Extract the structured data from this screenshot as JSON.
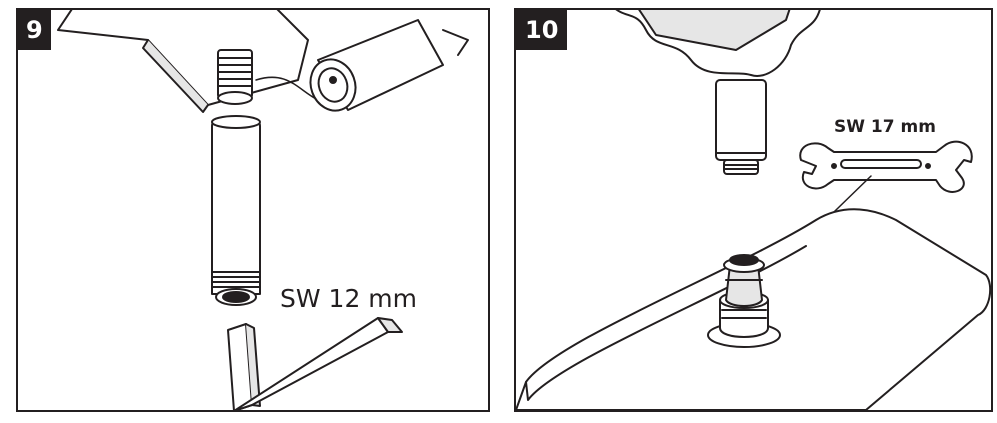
{
  "steps": [
    {
      "number": "9",
      "tool_label": "SW 12 mm",
      "tool": "hex-key"
    },
    {
      "number": "10",
      "tool_label": "SW 17 mm",
      "tool": "open-end-wrench"
    }
  ],
  "colors": {
    "line": "#231f20",
    "fill": "#ffffff",
    "shade": "#e6e6e6"
  }
}
